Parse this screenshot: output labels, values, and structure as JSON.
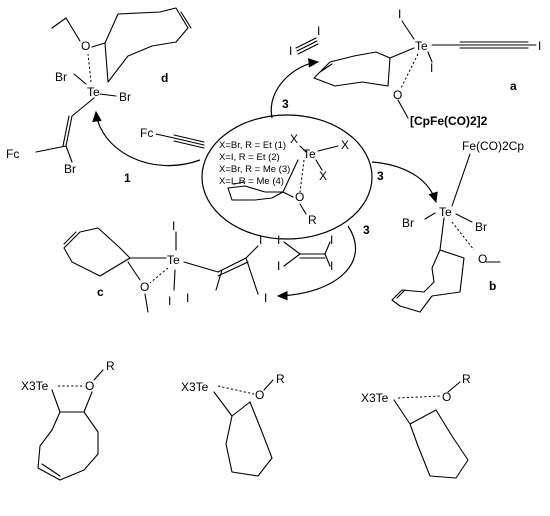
{
  "center": {
    "lines": [
      "X=Br, R = Et (1)",
      "X=I,   R = Et (2)",
      "X=Br, R = Me (3)",
      "X=I,   R = Me (4)"
    ],
    "te": "Te",
    "x": "X",
    "o": "O",
    "r": "R"
  },
  "a": {
    "label": "a",
    "te": "Te",
    "i": "I",
    "o": "O",
    "reagent_i": "I"
  },
  "b": {
    "label": "b",
    "te": "Te",
    "br": "Br",
    "o": "O",
    "fe": "Fe(CO)2Cp",
    "reagent": "[CpFe(CO)2]2"
  },
  "c": {
    "label": "c",
    "te": "Te",
    "i": "I",
    "o": "O"
  },
  "d": {
    "label": "d",
    "te": "Te",
    "br": "Br",
    "o": "O",
    "fc": "Fc"
  },
  "arrows": {
    "one": "1",
    "three": "3"
  },
  "conformers": {
    "x3te": "X3Te",
    "o": "O",
    "r": "R"
  }
}
